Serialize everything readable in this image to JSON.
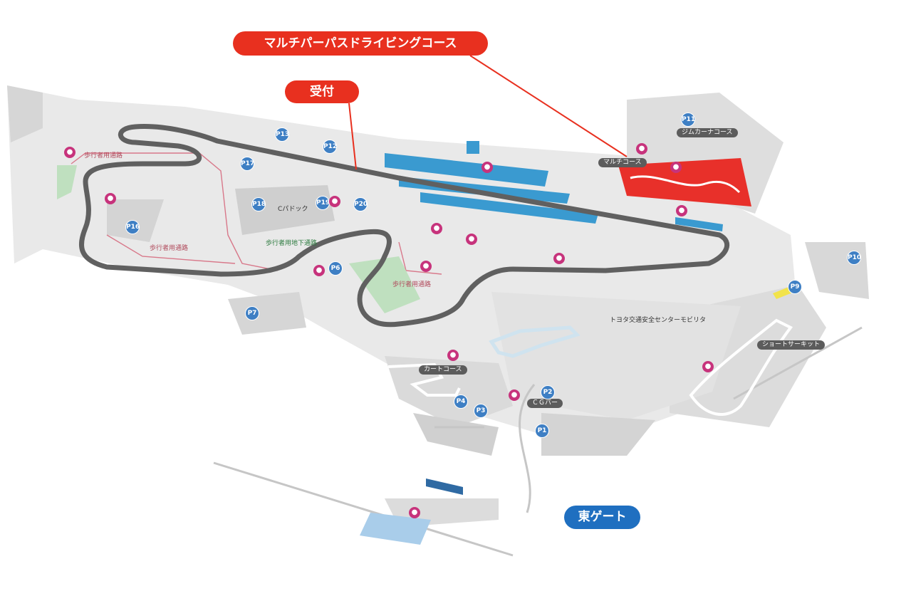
{
  "callouts": {
    "multipurpose_course": "マルチパーパスドライビングコース",
    "reception": "受付",
    "east_gate": "東ゲート"
  },
  "labels": {
    "gymkhana_course": "ジムカーナコース",
    "multi_course": "マルチコース",
    "short_circuit": "ショートサーキット",
    "kart_course": "カートコース",
    "cg_bar": "ＣＧバー",
    "c_paddock": "Cパドック",
    "toyota_safety_center": "トヨタ交通安全センターモビリタ",
    "underpass": "歩行者用地下通路",
    "walkway_1": "歩行者用通路",
    "walkway_2": "歩行者用通路",
    "walkway_3": "歩行者用通路"
  },
  "parking": [
    "P1",
    "P2",
    "P3",
    "P4",
    "P6",
    "P7",
    "P9",
    "P10",
    "P11",
    "P12",
    "P13",
    "P16",
    "P17",
    "P18",
    "P19",
    "P20"
  ],
  "colors": {
    "callout_red": "#e8301f",
    "callout_blue": "#1f6fc0",
    "track": "#606060",
    "grandstand": "#3a9ad0",
    "restroom": "#c7337c",
    "parking": "#3e7fc4",
    "multi_course": "#e8302a"
  }
}
